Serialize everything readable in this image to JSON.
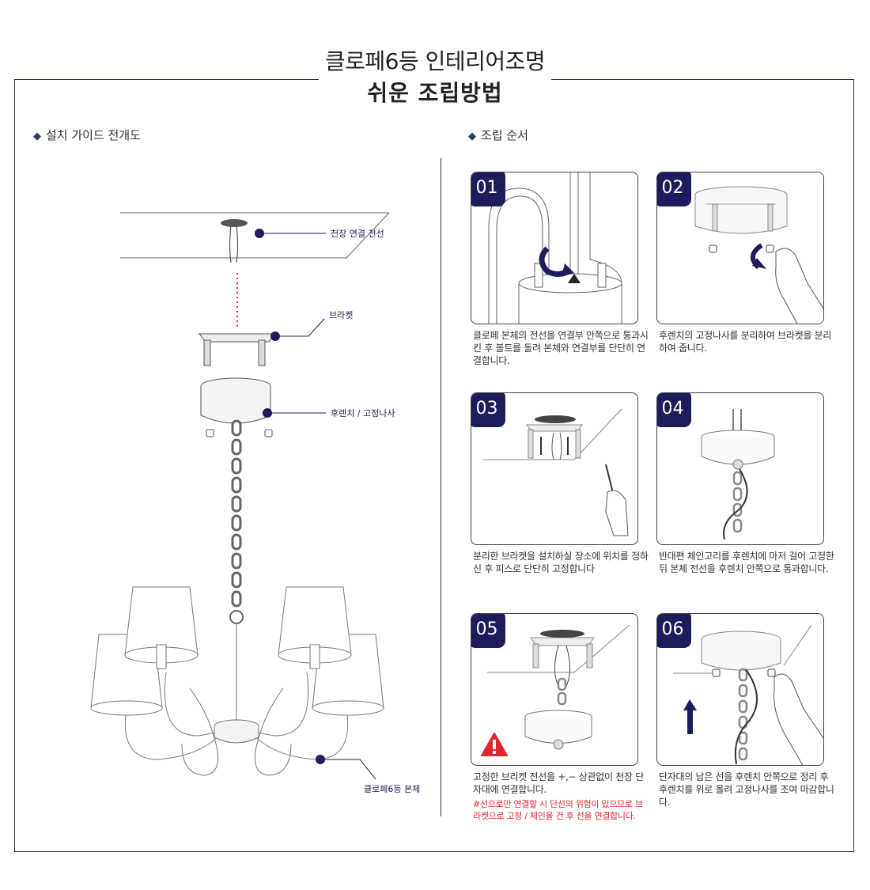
{
  "header": {
    "title_line1": "클로페6등 인테리어조명",
    "title_line2": "쉬운 조립방법"
  },
  "sections": {
    "left_heading": "설치 가이드 전개도",
    "right_heading": "조립 순서",
    "bullet": "◆"
  },
  "diagram_labels": {
    "ceiling_wire": "천장 연결 전선",
    "bracket": "브라켓",
    "canopy_screw": "후렌치 / 고정나사",
    "body": "클로페6등 본체"
  },
  "steps": [
    {
      "number": "01",
      "text": "클로페 본체의 전선을 연결부 안쪽으로 통과시킨 후 볼트를 돌려 본체와 연결부를 단단히 연결합니다."
    },
    {
      "number": "02",
      "text": "후렌치의 고정나사를 분리하여 브라켓을 분리하여 줍니다."
    },
    {
      "number": "03",
      "text": "분리한 브라켓을 설치하실 장소에 위치를 정하신 후 피스로 단단히 고정합니다"
    },
    {
      "number": "04",
      "text": "반대편 체인고리를 후렌치에 마저 걸어 고정한 뒤 본체 전선을 후렌치 안쪽으로 통과합니다."
    },
    {
      "number": "05",
      "text": "고정한 브리켓 전선을 +,− 상관없이 천장 단자대에 연결합니다.",
      "warning": "#선으로만 연결할 시 단선의 위험이 있으므로 브라켓으로 고정 / 체인을 건 후 선을 연결합니다."
    },
    {
      "number": "06",
      "text": "단자대의 남은 선을 후렌치 안쪽으로 정리 후 후렌치를 위로 올려 고정나사를 조여 마감합니다."
    }
  ],
  "colors": {
    "navy": "#1e1c5c",
    "border": "#2b2d55",
    "warning": "#e0262a",
    "dotted_line": "#e0262a"
  },
  "icons": [
    "warning-triangle-icon",
    "up-arrow-icon",
    "rotate-arrow-icon",
    "diamond-bullet-icon"
  ]
}
